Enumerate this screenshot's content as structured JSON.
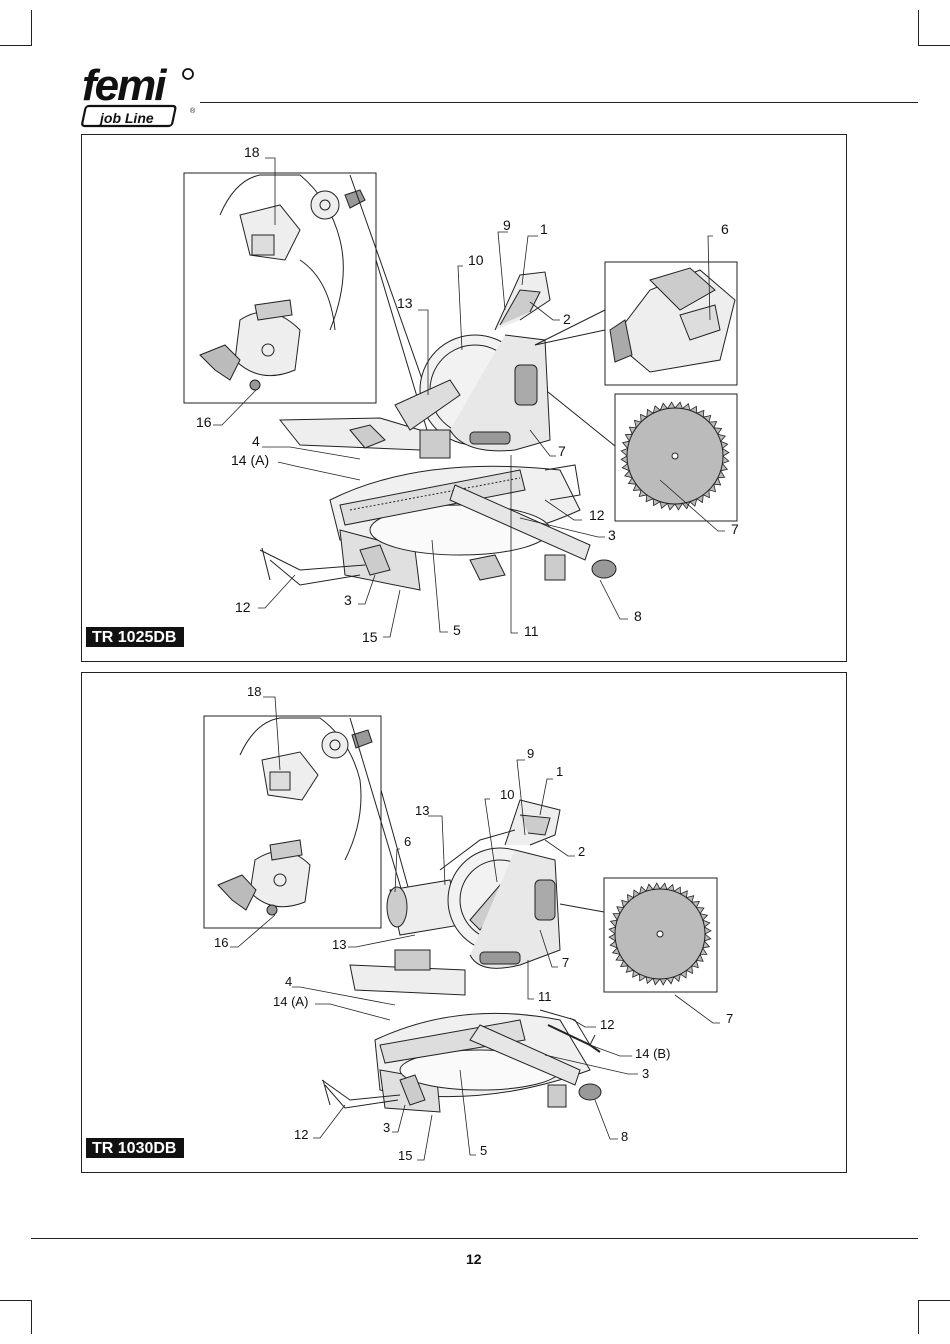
{
  "header": {
    "brand": "femi",
    "subbrand": "job Line",
    "registered_mark": "®"
  },
  "page": {
    "number": "12"
  },
  "figures": [
    {
      "model": "TR 1025DB",
      "callouts": {
        "c18": "18",
        "c9": "9",
        "c1": "1",
        "c6": "6",
        "c10": "10",
        "c13": "13",
        "c2": "2",
        "c16": "16",
        "c4": "4",
        "c14a": "14 (A)",
        "c7a": "7",
        "c7b": "7",
        "c12a": "12",
        "c3a": "3",
        "c12b": "12",
        "c3b": "3",
        "c8": "8",
        "c15": "15",
        "c5": "5",
        "c11": "11"
      }
    },
    {
      "model": "TR 1030DB",
      "callouts": {
        "c18": "18",
        "c9": "9",
        "c1": "1",
        "c10": "10",
        "c13a": "13",
        "c2": "2",
        "c6": "6",
        "c16": "16",
        "c13b": "13",
        "c7a": "7",
        "c11": "11",
        "c7b": "7",
        "c4": "4",
        "c14a": "14 (A)",
        "c12a": "12",
        "c14b": "14 (B)",
        "c3a": "3",
        "c12b": "12",
        "c3b": "3",
        "c8": "8",
        "c15": "15",
        "c5": "5"
      }
    }
  ]
}
